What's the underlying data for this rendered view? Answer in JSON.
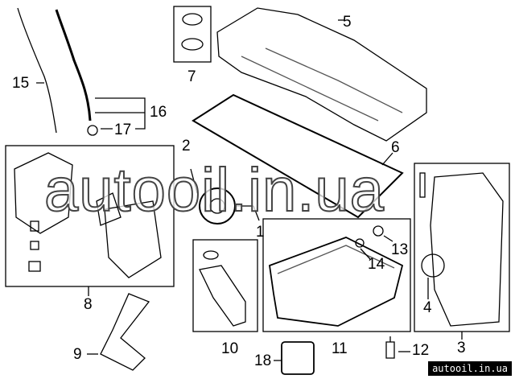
{
  "callouts": {
    "c1": "1",
    "c2": "2",
    "c3": "3",
    "c4": "4",
    "c5": "5",
    "c6": "6",
    "c7": "7",
    "c8": "8",
    "c9": "9",
    "c10": "10",
    "c11": "11",
    "c12": "12",
    "c13": "13",
    "c14": "14",
    "c15": "15",
    "c16": "16",
    "c17": "17",
    "c18": "18"
  },
  "watermark": "autooil.in.ua",
  "site_tag": "autooil.in.ua"
}
